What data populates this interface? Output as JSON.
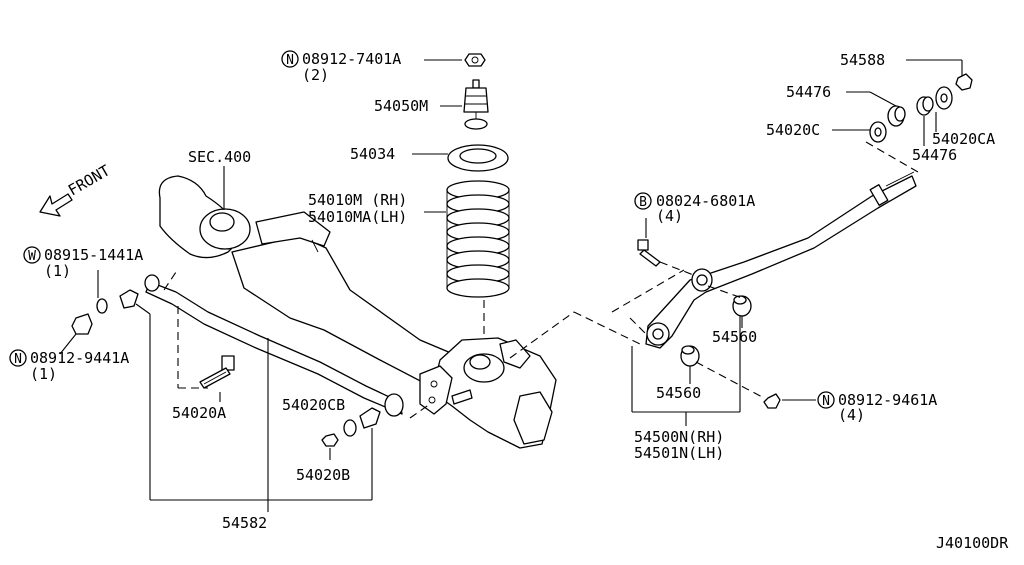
{
  "callouts": {
    "nut_top_code": "08912-7401A",
    "nut_top_qty": "(2)",
    "bumper": "54050M",
    "seat": "54034",
    "spring_rh": "54010M (RH)",
    "spring_lh": "54010MA(LH)",
    "sec": "SEC.400",
    "front": "FRONT",
    "washer_code": "08915-1441A",
    "washer_qty": "(1)",
    "nut_left_code": "08912-9441A",
    "nut_left_qty": "(1)",
    "bolt_left": "54020A",
    "bushing_cb": "54020CB",
    "nut_b": "54020B",
    "stabilizer": "54582",
    "nut_54588": "54588",
    "bush_54476_a": "54476",
    "bush_54020c": "54020C",
    "bush_54020ca": "54020CA",
    "bush_54476_b": "54476",
    "bolt_b_code": "08024-6801A",
    "bolt_b_qty": "(4)",
    "bushing_54560_a": "54560",
    "bushing_54560_b": "54560",
    "arm_rh": "54500N(RH)",
    "arm_lh": "54501N(LH)",
    "nut_right_code": "08912-9461A",
    "nut_right_qty": "(4)",
    "diagram_code": "J40100DR"
  },
  "symbols": {
    "n": "N",
    "w": "W",
    "b": "B"
  }
}
